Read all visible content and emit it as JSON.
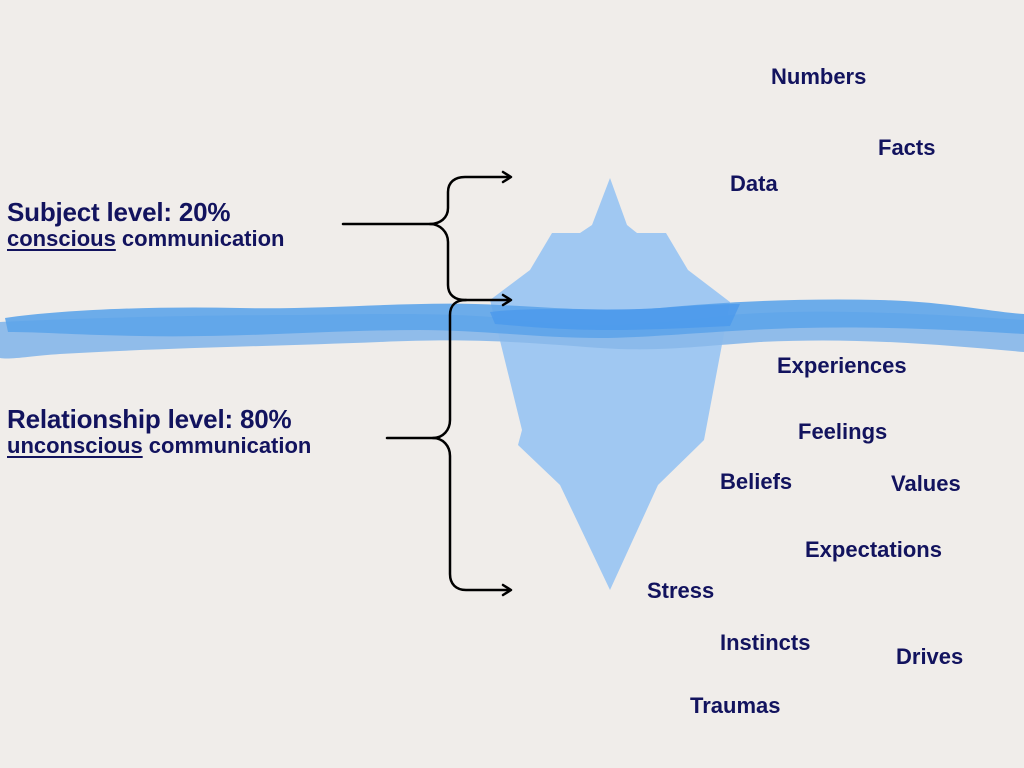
{
  "colors": {
    "background": "#f0edea",
    "text": "#12135e",
    "iceberg": "#a0c8f2",
    "water_light": "#8ab9ea",
    "water_mid": "#5da4ea",
    "water_dark": "#4a98ec",
    "bracket": "#000000"
  },
  "subject_level": {
    "title": "Subject level: 20%",
    "sub_emphasis": "conscious",
    "sub_rest": " communication"
  },
  "relationship_level": {
    "title": "Relationship level: 80%",
    "sub_emphasis": "unconscious",
    "sub_rest": " communication"
  },
  "above_water_words": [
    "Numbers",
    "Facts",
    "Data"
  ],
  "below_water_words": [
    "Experiences",
    "Feelings",
    "Beliefs",
    "Values",
    "Expectations",
    "Stress",
    "Instincts",
    "Drives",
    "Traumas"
  ]
}
